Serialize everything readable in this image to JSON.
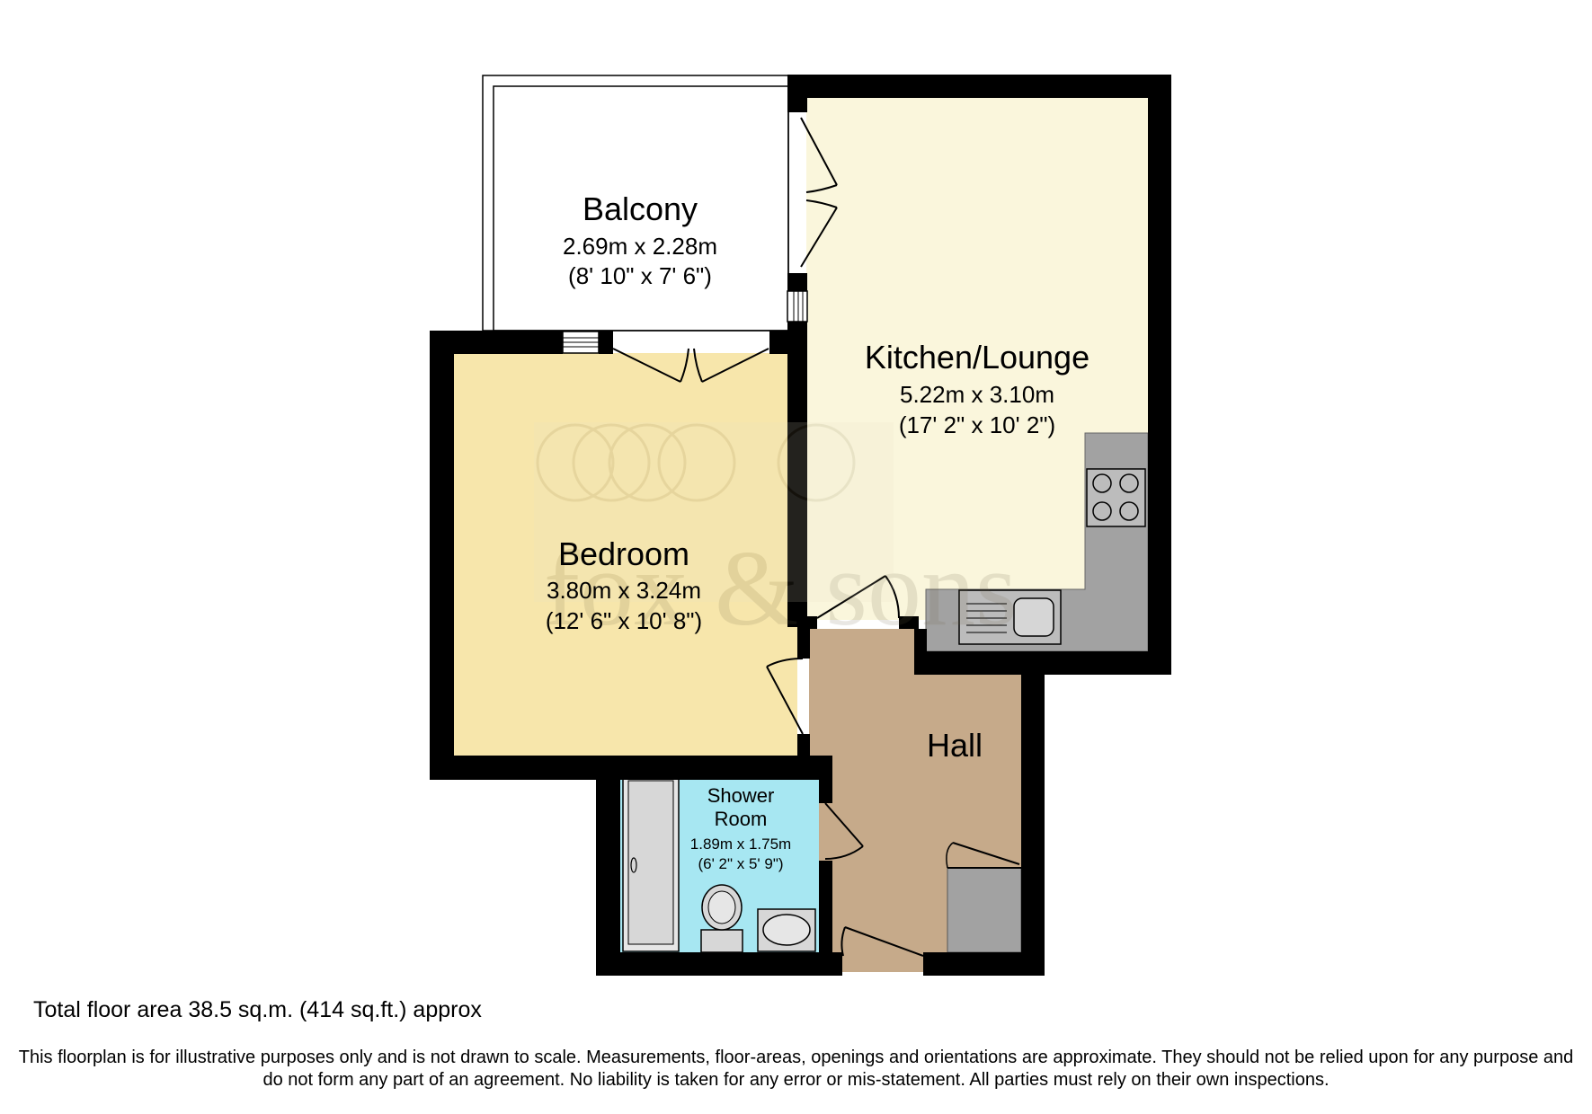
{
  "rooms": {
    "balcony": {
      "name": "Balcony",
      "metric": "2.69m x 2.28m",
      "imperial": "(8' 10\" x 7' 6\")"
    },
    "kitchen": {
      "name": "Kitchen/Lounge",
      "metric": "5.22m x 3.10m",
      "imperial": "(17' 2\" x 10' 2\")"
    },
    "bedroom": {
      "name": "Bedroom",
      "metric": "3.80m x 3.24m",
      "imperial": "(12' 6\" x 10' 8\")"
    },
    "hall": {
      "name": "Hall"
    },
    "shower": {
      "name_line1": "Shower",
      "name_line2": "Room",
      "metric": "1.89m x 1.75m",
      "imperial": "(6' 2\" x 5' 9\")"
    }
  },
  "watermark": {
    "text": "fox & sons"
  },
  "footer": {
    "total": "Total floor area 38.5 sq.m. (414 sq.ft.) approx",
    "disclaimer": "This floorplan is for illustrative purposes only and is not drawn to scale. Measurements, floor-areas, openings and orientations are approximate. They should not be relied upon for any purpose and do not form any part of an agreement. No liability is taken for any error or mis-statement. All parties must rely on their own inspections."
  },
  "colors": {
    "wall": "#000000",
    "kitchen_floor": "#faf6dc",
    "bedroom_floor": "#f7e6ab",
    "hall_floor": "#c6aa8a",
    "shower_floor": "#a7e7f2",
    "counter": "#a2a2a2"
  }
}
